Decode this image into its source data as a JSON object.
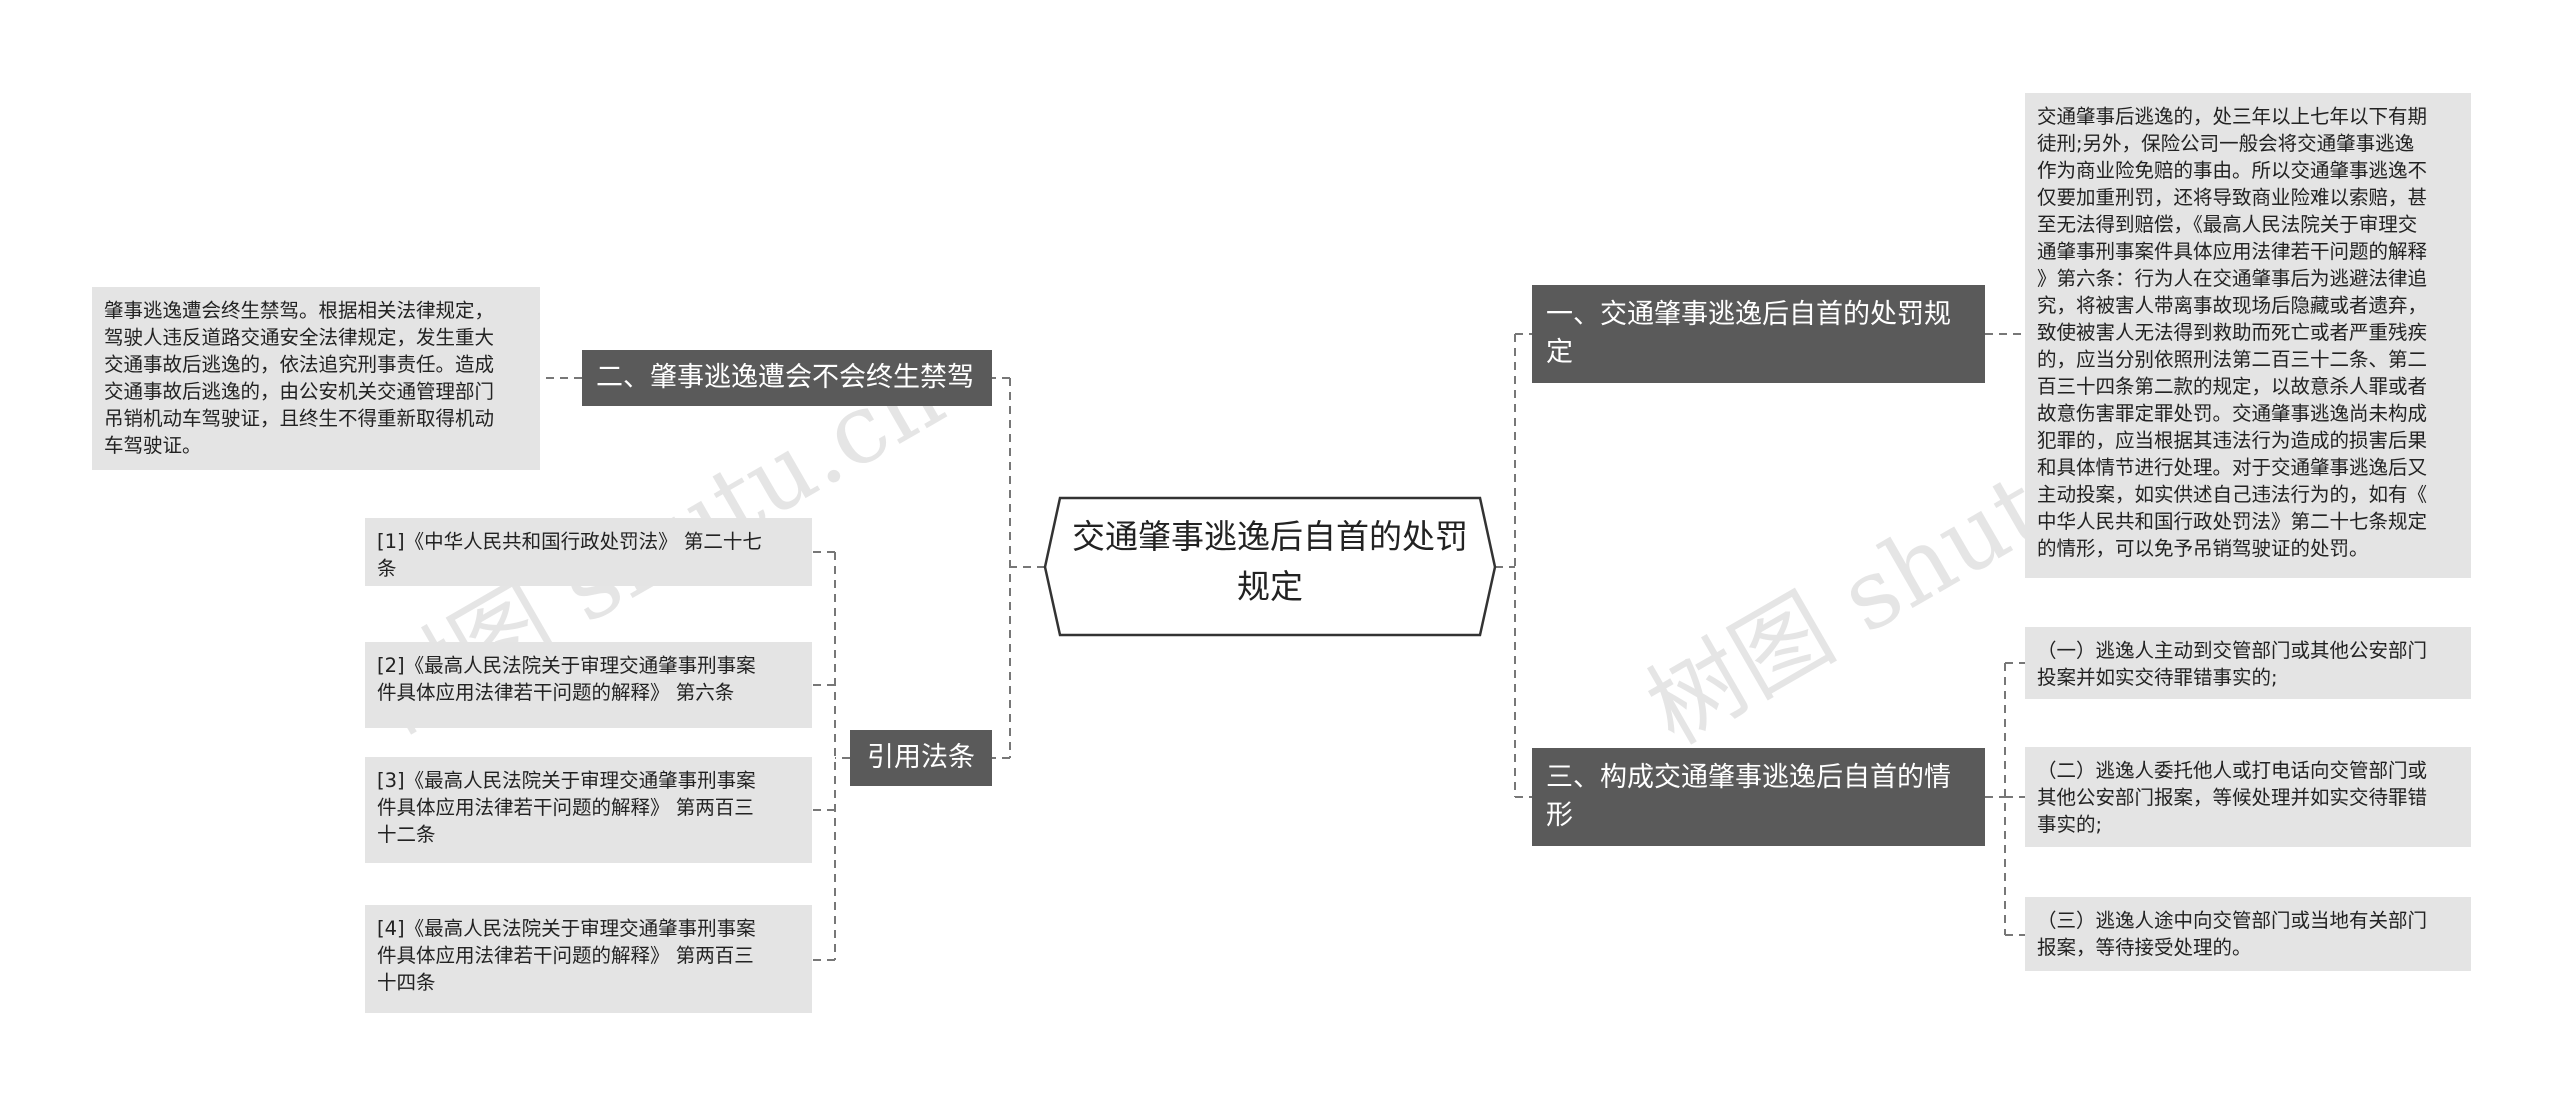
{
  "root": {
    "title": "交通肇事逃逸后自首的处罚规定"
  },
  "branches": {
    "left_1": {
      "label": "二、肇事逃逸遭会不会终生禁驾"
    },
    "left_2": {
      "label": "引用法条"
    },
    "right_1": {
      "label": "一、交通肇事逃逸后自首的处罚规定"
    },
    "right_2": {
      "label": "三、构成交通肇事逃逸后自首的情形"
    }
  },
  "leaves": {
    "left_1_text": "肇事逃逸遭会终生禁驾。根据相关法律规定，\n驾驶人违反道路交通安全法律规定，发生重大\n交通事故后逃逸的，依法追究刑事责任。造成\n交通事故后逃逸的，由公安机关交通管理部门\n吊销机动车驾驶证，且终生不得重新取得机动\n车驾驶证。",
    "law_1": "[1]《中华人民共和国行政处罚法》 第二十七\n条",
    "law_2": "[2]《最高人民法院关于审理交通肇事刑事案\n件具体应用法律若干问题的解释》 第六条",
    "law_3": "[3]《最高人民法院关于审理交通肇事刑事案\n件具体应用法律若干问题的解释》 第两百三\n十二条",
    "law_4": "[4]《最高人民法院关于审理交通肇事刑事案\n件具体应用法律若干问题的解释》 第两百三\n十四条",
    "right_1_text": "交通肇事后逃逸的，处三年以上七年以下有期\n徒刑;另外，保险公司一般会将交通肇事逃逸\n作为商业险免赔的事由。所以交通肇事逃逸不\n仅要加重刑罚，还将导致商业险难以索赔，甚\n至无法得到赔偿，《最高人民法院关于审理交\n通肇事刑事案件具体应用法律若干问题的解释\n》第六条：行为人在交通肇事后为逃避法律追\n究，将被害人带离事故现场后隐藏或者遗弃，\n致使被害人无法得到救助而死亡或者严重残疾\n的，应当分别依照刑法第二百三十二条、第二\n百三十四条第二款的规定，以故意杀人罪或者\n故意伤害罪定罪处罚。交通肇事逃逸尚未构成\n犯罪的，应当根据其违法行为造成的损害后果\n和具体情节进行处理。对于交通肇事逃逸后又\n主动投案，如实供述自己违法行为的，如有《\n中华人民共和国行政处罚法》第二十七条规定\n的情形，可以免予吊销驾驶证的处罚。",
    "case_1": "（一）逃逸人主动到交管部门或其他公安部门\n投案并如实交待罪错事实的;",
    "case_2": "（二）逃逸人委托他人或打电话向交管部门或\n其他公安部门报案，等候处理并如实交待罪错\n事实的;",
    "case_3": "（三）逃逸人途中向交管部门或当地有关部门\n报案，等待接受处理的。"
  },
  "watermarks": [
    "树图 shutu.cn",
    "树图 shutu.cn"
  ],
  "colors": {
    "branch": "#5a5a5a",
    "leaf": "#e4e4e4",
    "connector": "#777777"
  }
}
